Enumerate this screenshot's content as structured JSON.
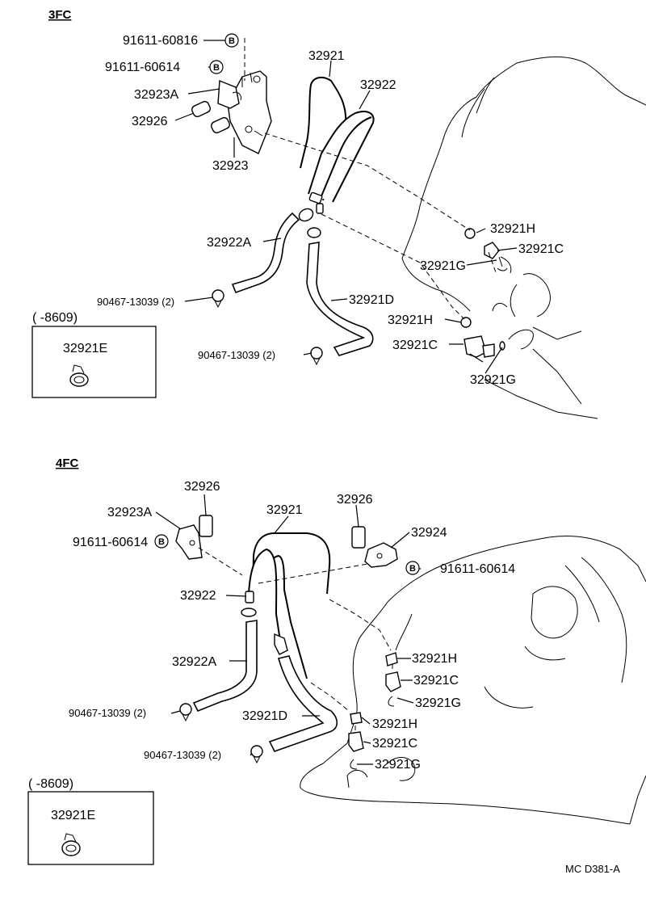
{
  "top": {
    "title": "3FC",
    "bolt_a": "91611-60816",
    "bolt_b": "91611-60614",
    "bolt_marker": "B",
    "bracket_a": "32923A",
    "cushion": "32926",
    "bracket": "32923",
    "tube_main": "32921",
    "tube_secondary": "32922",
    "hose_a": "32922A",
    "hose_d": "32921D",
    "clip": "90467-13039 (2)",
    "union_h1": "32921H",
    "union_c1": "32921C",
    "gasket_g1": "32921G",
    "union_h2": "32921H",
    "union_c2": "32921C",
    "gasket_g2": "32921G",
    "inset_date": "(        -8609)",
    "inset_part": "32921E"
  },
  "bottom": {
    "title": "4FC",
    "cushion_left": "32926",
    "bracket_a": "32923A",
    "bolt_left": "91611-60614",
    "bolt_marker": "B",
    "tube_main": "32921",
    "cushion_right": "32926",
    "bracket_right": "32924",
    "bolt_right": "91611-60614",
    "tube_secondary": "32922",
    "hose_a": "32922A",
    "clip_a": "90467-13039 (2)",
    "hose_d": "32921D",
    "clip_d": "90467-13039 (2)",
    "union_h1": "32921H",
    "union_c1": "32921C",
    "gasket_g1": "32921G",
    "union_h2": "32921H",
    "union_c2": "32921C",
    "gasket_g2": "32921G",
    "inset_date": "(        -8609)",
    "inset_part": "32921E"
  },
  "footer": {
    "code": "MC D381-A"
  }
}
